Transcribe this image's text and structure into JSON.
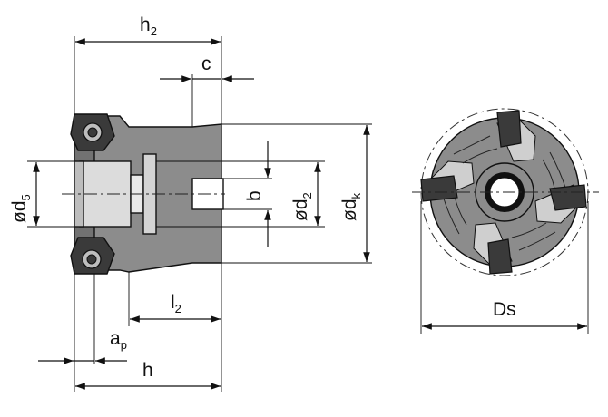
{
  "labels": {
    "h2": {
      "main": "h",
      "sub": "2"
    },
    "c": "c",
    "d5": {
      "main": "ød",
      "sub": "5"
    },
    "b": "b",
    "d2": {
      "main": "ød",
      "sub": "2"
    },
    "dk": {
      "main": "ød",
      "sub": "k"
    },
    "l2": {
      "main": "l",
      "sub": "2"
    },
    "ap": {
      "main": "a",
      "sub": "p"
    },
    "h": "h",
    "Ds": "Ds"
  },
  "colors": {
    "body": "#8c8c8c",
    "body_dark": "#6f6f6f",
    "bore": "#dcdcdc",
    "insert": "#3a3a3a",
    "line": "#111111"
  }
}
